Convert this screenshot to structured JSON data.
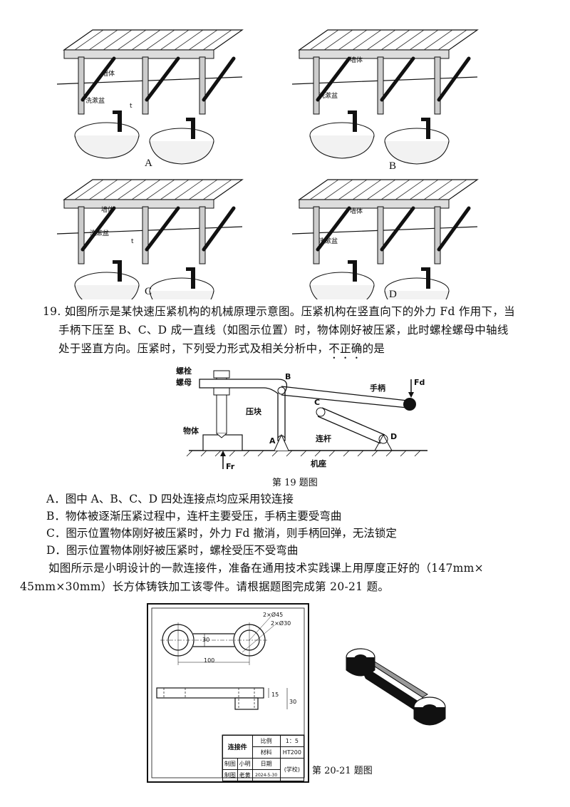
{
  "figures_top": {
    "labels": {
      "wall": "墙体",
      "basin": "洗漱盆",
      "t": "t"
    },
    "captions": [
      "A",
      "B",
      "C",
      "D"
    ]
  },
  "q19": {
    "number": "19.",
    "line1": "如图所示是某快速压紧机构的机械原理示意图。压紧机构在竖直向下的外力 Fd 作用下，当",
    "line2": "手柄下压至 B、C、D 成一直线（如图示位置）时，物体刚好被压紧，此时螺栓螺母中轴线",
    "line3_pre": "处于竖直方向。压紧时，下列受力形式及相关分析中，",
    "line3_emph": "不正确",
    "line3_post": "的是",
    "figure": {
      "bolt": "螺栓",
      "nut": "螺母",
      "block": "压块",
      "handle": "手柄",
      "object": "物体",
      "rod": "连杆",
      "base": "机座",
      "fd": "Fd",
      "fr": "Fr",
      "A": "A",
      "B": "B",
      "C": "C",
      "D": "D",
      "caption": "第 19 题图"
    },
    "options": [
      "A．图中 A、B、C、D 四处连接点均应采用铰连接",
      "B．物体被逐渐压紧过程中，连杆主要受压，手柄主要受弯曲",
      "C．图示位置物体刚好被压紧时，外力 Fd 撤消，则手柄回弹，无法锁定",
      "D．图示位置物体刚好被压紧时，螺栓受压不受弯曲"
    ]
  },
  "intro2021": {
    "line1": "如图所示是小明设计的一款连接件，准备在通用技术实践课上用厚度正好的（147mm×",
    "line2": "45mm×30mm）长方体铸铁加工该零件。请根据题图完成第 20-21 题。"
  },
  "drawing": {
    "dim_hole45": "2×Ø45",
    "dim_hole30": "2×Ø30",
    "dim_30v": "30",
    "dim_100": "100",
    "dim_15": "15",
    "dim_30": "30",
    "title_block": {
      "name": "连接件",
      "scale_label": "比例",
      "scale": "1：5",
      "material_label": "材料",
      "material": "HT200",
      "drawn_label": "制图",
      "drawn": "小明",
      "date_label": "日期",
      "school": "(学校)",
      "check_label": "制图",
      "checker": "老黄",
      "date": "2024-5-30"
    },
    "caption": "第 20-21 题图"
  }
}
